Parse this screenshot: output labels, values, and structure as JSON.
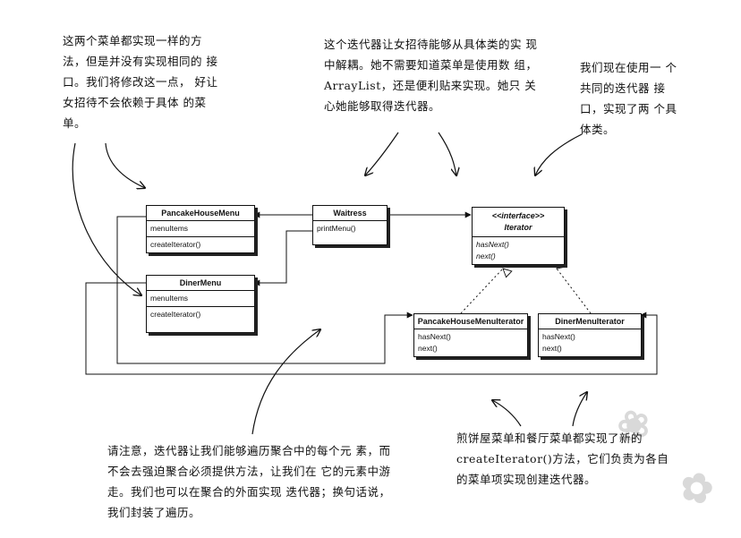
{
  "notes": {
    "top_left": [
      "这两个菜单都实现一样的方",
      "法，但是并没有实现相同的",
      "接口。我们将修改这一点，",
      "好让女招待不会依赖于具体",
      "的菜单。"
    ],
    "top_center": [
      "这个迭代器让女招待能够从具体类的实",
      "现中解耦。她不需要知道菜单是使用数",
      "组，ArrayList，还是便利贴来实现。她只",
      "关心她能够取得迭代器。"
    ],
    "top_right": [
      "我们现在使用一",
      "个共同的迭代器",
      "接口，实现了两",
      "个具体类。"
    ],
    "bottom_left": [
      "请注意，迭代器让我们能够遍历聚合中的每个元",
      "素，而不会去强迫聚合必须提供方法，让我们在",
      "它的元素中游走。我们也可以在聚合的外面实现",
      "迭代器；换句话说，我们封装了遍历。"
    ],
    "bottom_right": [
      "煎饼屋菜单和餐厅菜单都实现了新的",
      "createIterator()方法，它们负责为各自",
      "的菜单项实现创建迭代器。"
    ]
  },
  "classes": {
    "pancake_house_menu": {
      "name": "PancakeHouseMenu",
      "fields": [
        "menuItems"
      ],
      "methods": [
        "createIterator()"
      ]
    },
    "diner_menu": {
      "name": "DinerMenu",
      "fields": [
        "menuItems"
      ],
      "methods": [
        "createIterator()"
      ]
    },
    "waitress": {
      "name": "Waitress",
      "fields": [],
      "methods": [
        "printMenu()"
      ]
    },
    "iterator": {
      "stereotype": "<<interface>>",
      "name": "Iterator",
      "methods": [
        "hasNext()",
        "next()"
      ]
    },
    "pancake_house_menu_iterator": {
      "name": "PancakeHouseMenuIterator",
      "methods": [
        "hasNext()",
        "next()"
      ]
    },
    "diner_menu_iterator": {
      "name": "DinerMenuIterator",
      "methods": [
        "hasNext()",
        "next()"
      ]
    }
  },
  "colors": {
    "ink": "#111111",
    "watermark": "#d9d9d9"
  }
}
